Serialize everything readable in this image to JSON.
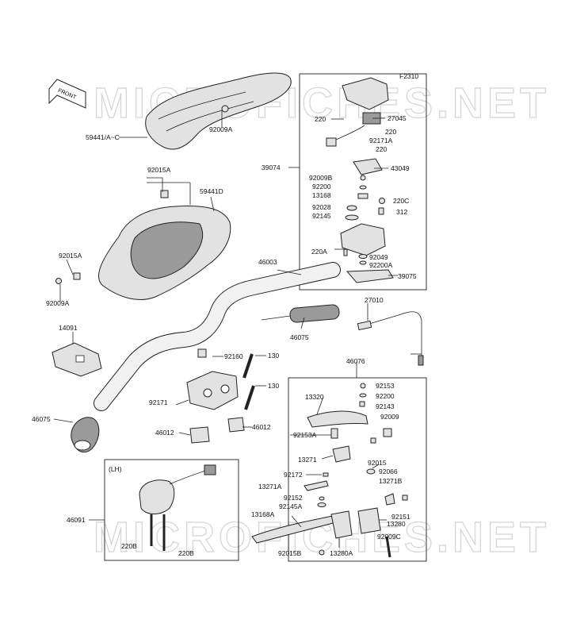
{
  "figure_code": "F2310",
  "front_label": "FRONT",
  "watermark": "MICROFICHES.NET",
  "lh_label": "(LH)",
  "labels": {
    "p59441": "59441/A~C",
    "p92009A_top": "92009A",
    "p92015A_top": "92015A",
    "p59441D": "59441D",
    "p92015A_left": "92015A",
    "p92009A_left": "92009A",
    "p46003": "46003",
    "p14091": "14091",
    "p46075_left": "46075",
    "p46091": "46091",
    "p220B_1": "220B",
    "p220B_2": "220B",
    "p92160": "92160",
    "p130_1": "130",
    "p130_2": "130",
    "p92171": "92171",
    "p46012_1": "46012",
    "p46012_2": "46012",
    "p39074": "39074",
    "p220_1": "220",
    "p27045": "27045",
    "p220_2": "220",
    "p92171A": "92171A",
    "p220_3": "220",
    "p43049": "43049",
    "p92009B": "92009B",
    "p92200_1": "92200",
    "p13168": "13168",
    "p220C": "220C",
    "p92028": "92028",
    "p312": "312",
    "p92145": "92145",
    "p220A": "220A",
    "p92049": "92049",
    "p92200A_1": "92200A",
    "p39075": "39075",
    "p27010": "27010",
    "p46075_right": "46075",
    "p46076": "46076",
    "p92153": "92153",
    "p92200_2": "92200",
    "p13320": "13320",
    "p92143": "92143",
    "p92009": "92009",
    "p92153A": "92153A",
    "p13271": "13271",
    "p92015": "92015",
    "p92066": "92066",
    "p92172": "92172",
    "p13271B": "13271B",
    "p13271A": "13271A",
    "p92152": "92152",
    "p92145A": "92145A",
    "p92151": "92151",
    "p13168A": "13168A",
    "p13280": "13280",
    "p92009C": "92009C",
    "p92015B": "92015B",
    "p13280A": "13280A"
  }
}
